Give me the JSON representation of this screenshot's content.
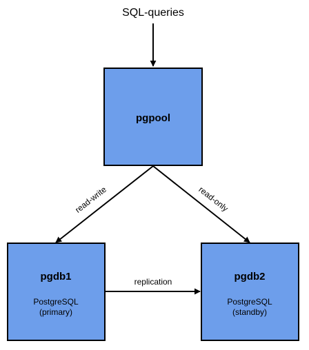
{
  "colors": {
    "node_fill": "#6d9eeb",
    "node_stroke": "#000000",
    "edge": "#000000"
  },
  "input": {
    "label": "SQL-queries"
  },
  "nodes": {
    "pgpool": {
      "title": "pgpool"
    },
    "pgdb1": {
      "title": "pgdb1",
      "line1": "PostgreSQL",
      "line2": "(primary)"
    },
    "pgdb2": {
      "title": "pgdb2",
      "line1": "PostgreSQL",
      "line2": "(standby)"
    }
  },
  "edges": {
    "read_write": "read-write",
    "read_only": "read-only",
    "replication": "replication"
  }
}
